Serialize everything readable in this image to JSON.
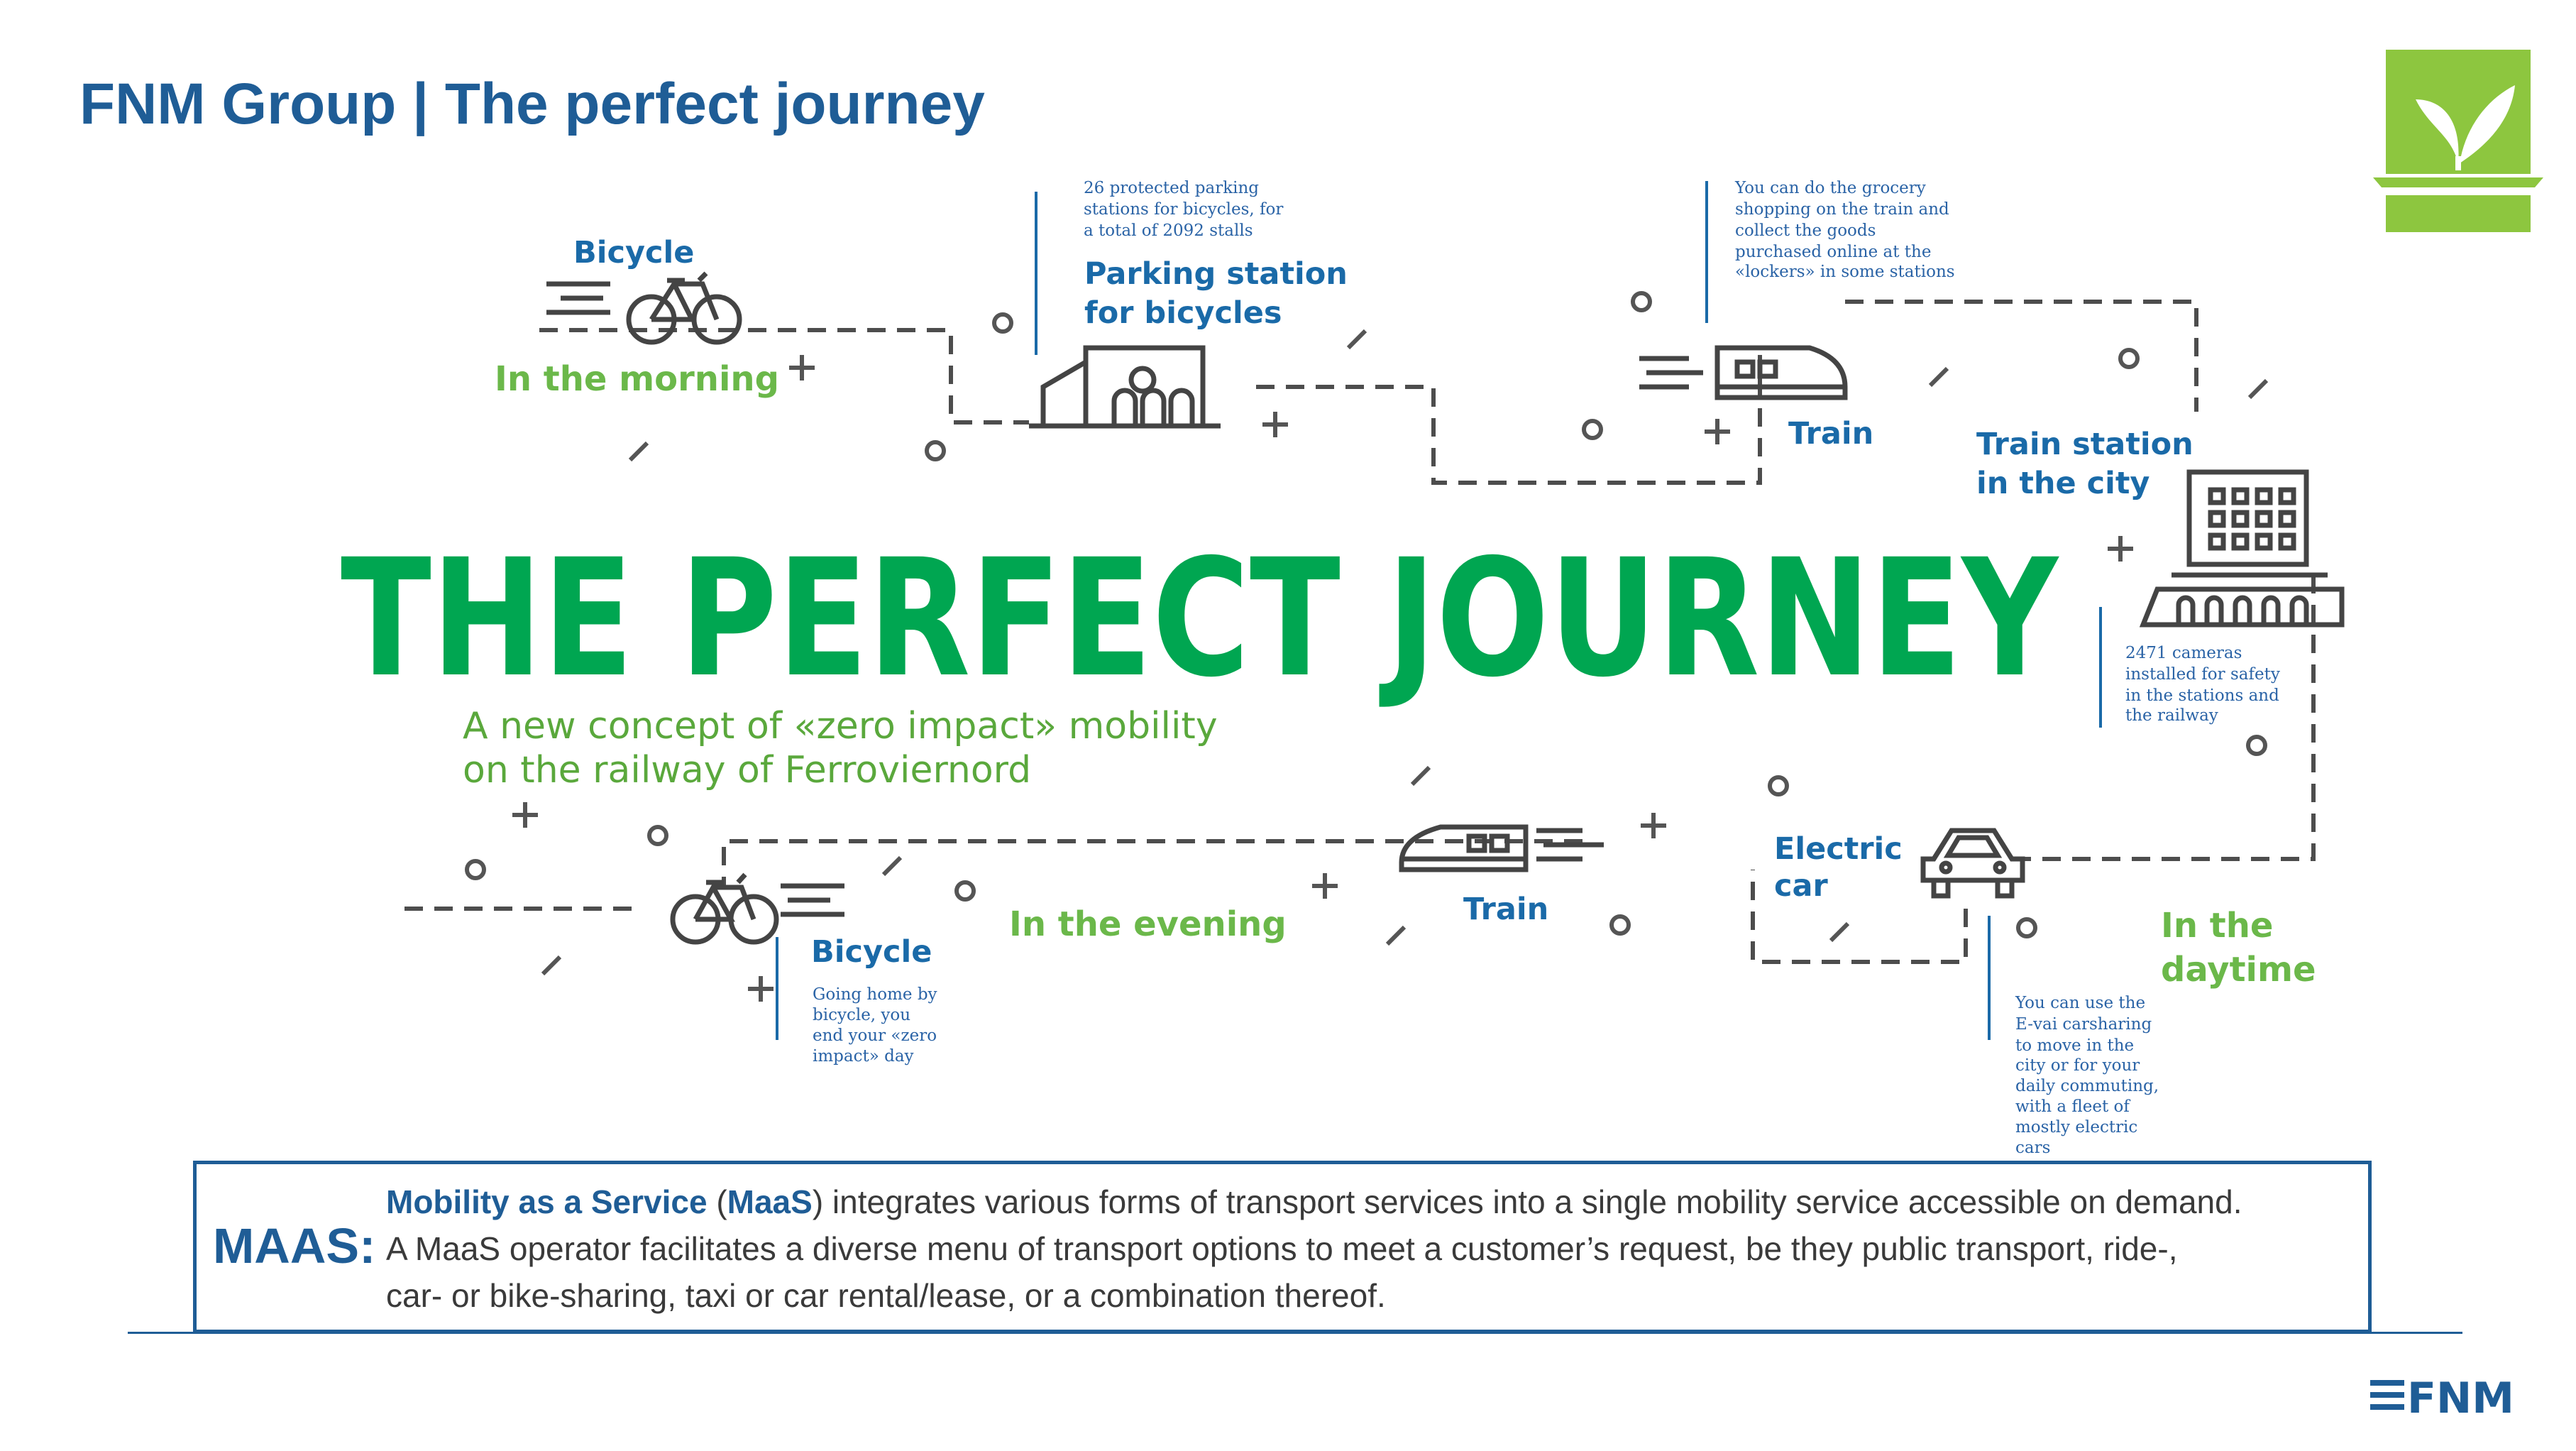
{
  "header": {
    "title": "FNM Group | The perfect journey"
  },
  "infographic": {
    "headline": "THE PERFECT JOURNEY",
    "subtitle_line1": "A new concept of «zero impact» mobility",
    "subtitle_line2": "on the railway of Ferroviernord",
    "bicycle_morning": "Bicycle",
    "in_the_morning": "In the morning",
    "parking_note": [
      "26 protected parking",
      "stations for bicycles, for",
      "a total of 2092 stalls"
    ],
    "parking_title_line1": "Parking station",
    "parking_title_line2": "for bicycles",
    "grocery_note": [
      "You can do the grocery",
      "shopping on the train and",
      "collect the goods",
      "purchased online at the",
      "«lockers» in some stations"
    ],
    "train_morning": "Train",
    "station_line1": "Train station",
    "station_line2": "in the city",
    "cameras_note": [
      "2471 cameras",
      "installed for safety",
      "in the stations and",
      "the railway"
    ],
    "electric_line1": "Electric",
    "electric_line2": "car",
    "daytime_line1": "In the",
    "daytime_line2": "daytime",
    "carsharing_note": [
      "You can use the",
      "E-vai carsharing",
      "to move in the",
      "city or for your",
      "daily commuting,",
      "with a fleet of",
      "mostly electric",
      "cars"
    ],
    "train_evening": "Train",
    "in_the_evening": "In the evening",
    "bicycle_evening": "Bicycle",
    "home_note": [
      "Going home by",
      "bicycle, you",
      "end your «zero",
      "impact» day"
    ]
  },
  "maas": {
    "label": "MAAS:",
    "lead_term": "Mobility as a Service",
    "paren_open": " (",
    "abbr": "MaaS",
    "line1_rest": ") integrates various forms of transport services into a single mobility service accessible on demand.",
    "line2": "A MaaS operator facilitates a diverse menu of transport options to meet a customer’s request, be they public transport, ride-,",
    "line3": "car- or bike-sharing, taxi or car rental/lease, or a combination thereof."
  },
  "footer": {
    "logo_text": "FNM"
  },
  "colors": {
    "brand_blue": "#1f5d96",
    "headline_green": "#00a651",
    "leaf_green": "#8dc63f",
    "label_green": "#6bb84a"
  }
}
